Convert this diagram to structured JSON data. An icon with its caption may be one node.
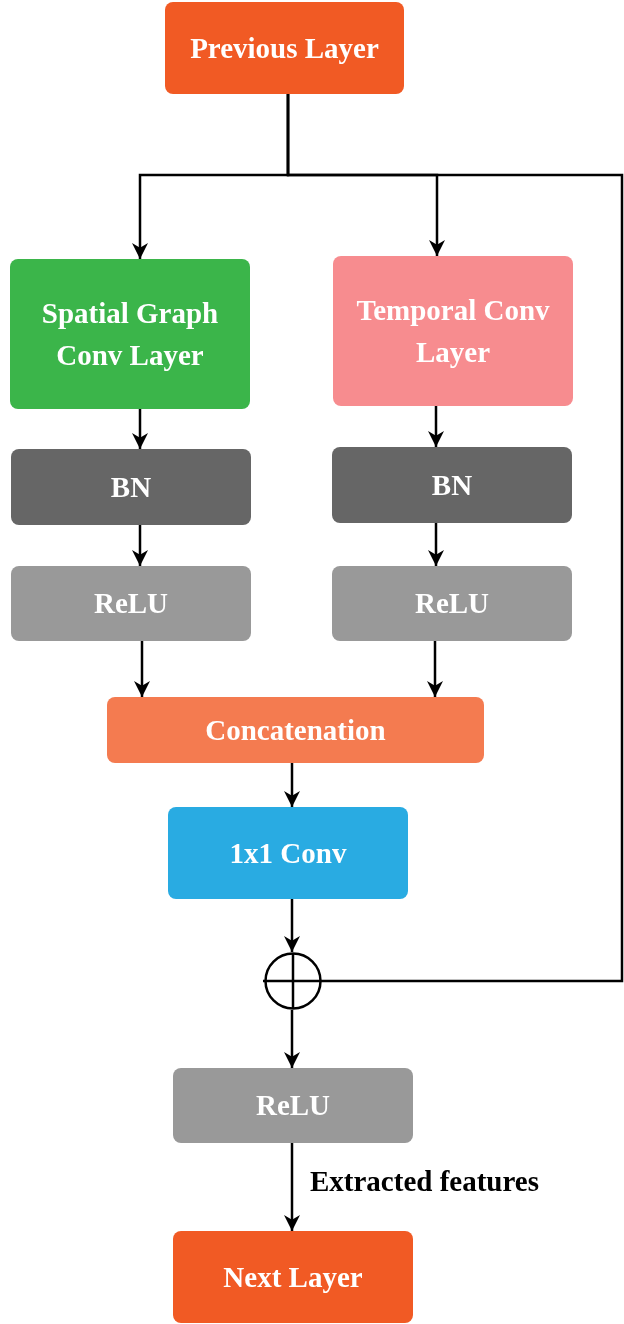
{
  "diagram": {
    "nodes": [
      {
        "text": [
          "Previous Layer"
        ]
      },
      {
        "text": [
          "Spatial Graph Conv Layer"
        ]
      },
      {
        "text": [
          "Temporal Conv Layer"
        ]
      },
      {
        "text": [
          "BN"
        ]
      },
      {
        "text": [
          "BN"
        ]
      },
      {
        "text": [
          "ReLU"
        ]
      },
      {
        "text": [
          "ReLU"
        ]
      },
      {
        "text": [
          "Concatenation"
        ]
      },
      {
        "text": [
          "1x1 Conv"
        ]
      },
      {
        "text": [],
        "shape": "circle"
      },
      {
        "text": [
          "ReLU"
        ]
      },
      {
        "text": [
          "Next Layer"
        ]
      }
    ],
    "edges": [
      {
        "from": 0,
        "to": 1,
        "arrow": "to"
      },
      {
        "from": 0,
        "to": 2,
        "arrow": "to"
      },
      {
        "from": 0,
        "to": 9,
        "arrow": "to"
      },
      {
        "from": 1,
        "to": 3,
        "arrow": "to"
      },
      {
        "from": 2,
        "to": 4,
        "arrow": "to"
      },
      {
        "from": 3,
        "to": 5,
        "arrow": "to"
      },
      {
        "from": 4,
        "to": 6,
        "arrow": "to"
      },
      {
        "from": 5,
        "to": 7,
        "arrow": "to"
      },
      {
        "from": 6,
        "to": 7,
        "arrow": "to"
      },
      {
        "from": 7,
        "to": 8,
        "arrow": "to"
      },
      {
        "from": 8,
        "to": 9,
        "arrow": "to"
      },
      {
        "from": 9,
        "to": 10,
        "arrow": "to"
      },
      {
        "from": 10,
        "to": 11,
        "label": "Extracted features",
        "arrow": "to"
      }
    ]
  }
}
